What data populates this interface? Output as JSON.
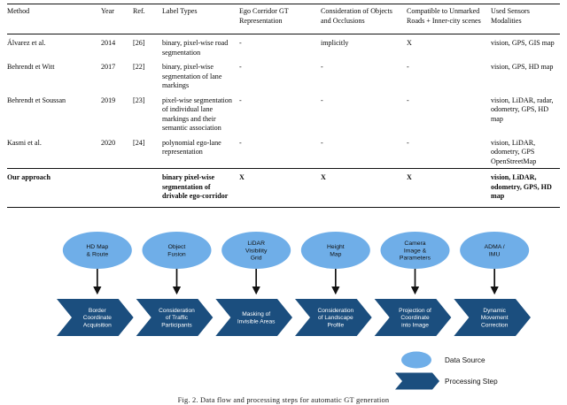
{
  "table": {
    "headers": [
      "Method",
      "Year",
      "Ref.",
      "Label Types",
      "Ego Corridor GT Representation",
      "Consideration of Objects and Occlusions",
      "Compatible to Unmarked Roads + Inner-city scenes",
      "Used Sensors Modalities"
    ],
    "rows": [
      {
        "method": "Álvarez et al.",
        "year": "2014",
        "ref": "[26]",
        "label_types": "binary, pixel-wise road segmentation",
        "ego_repr": "-",
        "occlusions": "implicitly",
        "unmarked": "X",
        "sensors": "vision, GPS, GIS map"
      },
      {
        "method": "Behrendt et Witt",
        "year": "2017",
        "ref": "[22]",
        "label_types": "binary, pixel-wise segmentation of lane markings",
        "ego_repr": "-",
        "occlusions": "-",
        "unmarked": "-",
        "sensors": "vision, GPS, HD map"
      },
      {
        "method": "Behrendt et Soussan",
        "year": "2019",
        "ref": "[23]",
        "label_types": "pixel-wise segmentation of individual lane markings and their semantic association",
        "ego_repr": "-",
        "occlusions": "-",
        "unmarked": "-",
        "sensors": "vision, LiDAR, radar, odometry, GPS, HD map"
      },
      {
        "method": "Kasmi et al.",
        "year": "2020",
        "ref": "[24]",
        "label_types": "polynomial ego-lane representation",
        "ego_repr": "-",
        "occlusions": "-",
        "unmarked": "-",
        "sensors": "vision, LiDAR, odometry, GPS OpenStreetMap"
      }
    ],
    "ours": {
      "method": "Our approach",
      "year": "",
      "ref": "",
      "label_types": "binary pixel-wise segmentation of drivable ego-corridor",
      "ego_repr": "X",
      "occlusions": "X",
      "unmarked": "X",
      "sensors": "vision, LiDAR, odometry, GPS, HD map"
    }
  },
  "diagram": {
    "colors": {
      "data_source": "#6FAEE8",
      "processing_step": "#1B4E7E",
      "arrow": "#111111",
      "text_on_step": "#FFFFFF",
      "text_on_source": "#111111"
    },
    "data_sources": [
      {
        "id": "hd-map-route",
        "lines": [
          "HD Map",
          "& Route"
        ]
      },
      {
        "id": "object-fusion",
        "lines": [
          "Object",
          "Fusion"
        ]
      },
      {
        "id": "lidar-visibility",
        "lines": [
          "LiDAR",
          "Visibility",
          "Grid"
        ]
      },
      {
        "id": "height-map",
        "lines": [
          "Height",
          "Map"
        ]
      },
      {
        "id": "camera-image",
        "lines": [
          "Camera",
          "Image &",
          "Parameters"
        ]
      },
      {
        "id": "adma-imu",
        "lines": [
          "ADMA /",
          "IMU"
        ]
      }
    ],
    "processing_steps": [
      {
        "id": "border-coordinate-acquisition",
        "lines": [
          "Border",
          "Coordinate",
          "Acquisition"
        ]
      },
      {
        "id": "consideration-traffic",
        "lines": [
          "Consideration",
          "of Traffic",
          "Participants"
        ]
      },
      {
        "id": "masking-invisible-areas",
        "lines": [
          "Masking of",
          "Invisible Areas"
        ]
      },
      {
        "id": "consideration-landscape",
        "lines": [
          "Consideration",
          "of Landscape",
          "Profile"
        ]
      },
      {
        "id": "projection-coordinate",
        "lines": [
          "Projection of",
          "Coordinate",
          "into Image"
        ]
      },
      {
        "id": "dynamic-movement-correction",
        "lines": [
          "Dynamic",
          "Movement",
          "Correction"
        ]
      }
    ],
    "legend": [
      {
        "id": "legend-data-source",
        "shape": "ellipse",
        "label": "Data Source"
      },
      {
        "id": "legend-processing-step",
        "shape": "chevron",
        "label": "Processing Step"
      }
    ]
  },
  "caption": "Fig. 2. Data flow and processing steps for automatic GT generation"
}
